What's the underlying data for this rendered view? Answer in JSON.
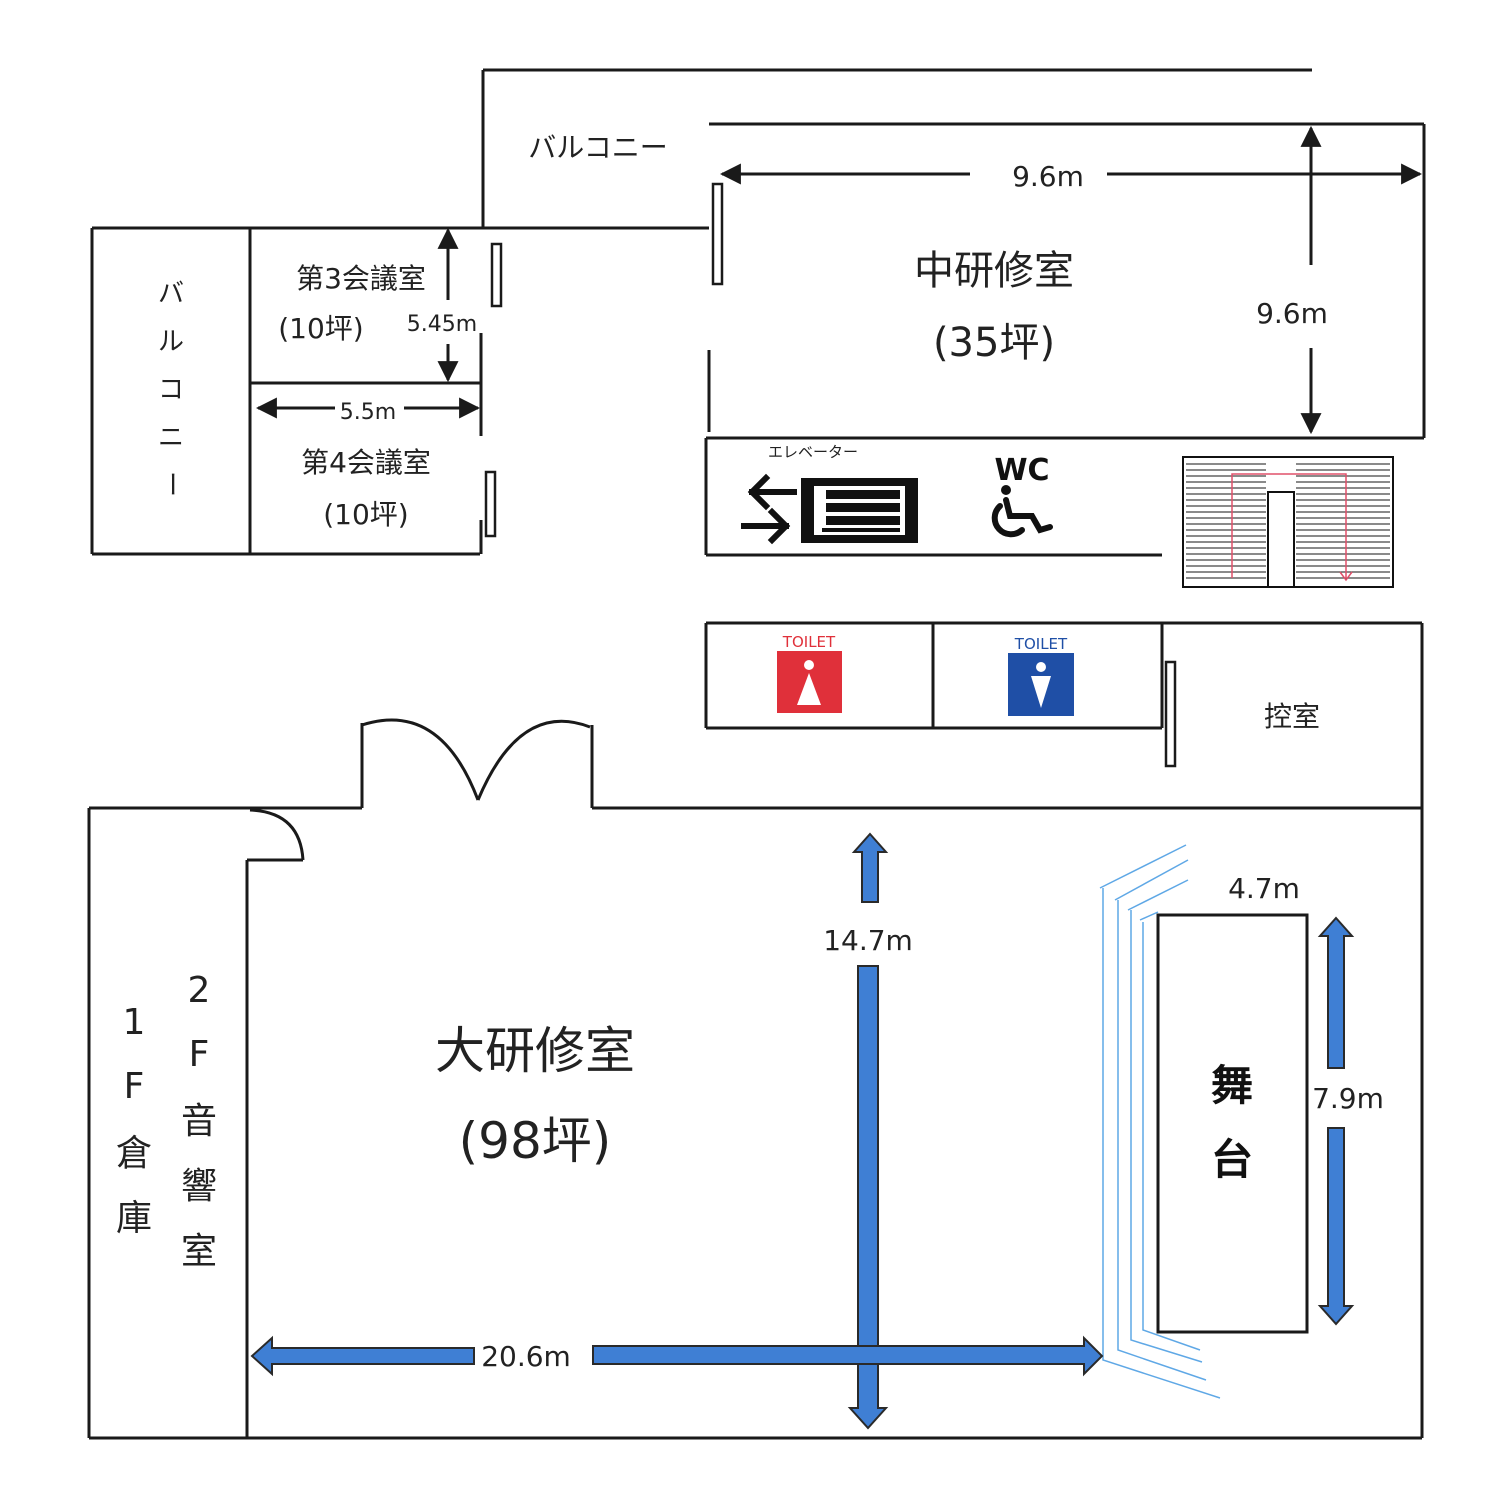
{
  "colors": {
    "line": "#1a1a1a",
    "blue_arrow": "#3f7fd4",
    "blue_arrow_edge": "#2a2a2a",
    "curtain": "#5fa8e6",
    "toilet_women": "#e0303a",
    "toilet_men": "#1f4fa6",
    "stair_path": "#e0506a"
  },
  "rooms": {
    "medium_hall": {
      "name": "中研修室",
      "area": "(35坪)"
    },
    "large_hall": {
      "name": "大研修室",
      "area": "(98坪)"
    },
    "meeting_room_3": {
      "name": "第3会議室",
      "area": "(10坪)"
    },
    "meeting_room_4": {
      "name": "第4会議室",
      "area": "(10坪)"
    },
    "waiting_room": {
      "name": "控室"
    },
    "balcony_top": {
      "name": "バルコニー"
    },
    "balcony_side": {
      "chars": [
        "バ",
        "ル",
        "コ",
        "ニ",
        "ー"
      ]
    },
    "storage_1f": {
      "chars": [
        "1",
        "F",
        "倉",
        "庫"
      ]
    },
    "sound_room_2f": {
      "chars": [
        "2",
        "F",
        "音",
        "響",
        "室"
      ]
    },
    "stage": {
      "chars": [
        "舞",
        "台"
      ]
    }
  },
  "dimensions": {
    "medium_width": "9.6m",
    "medium_depth": "9.6m",
    "room3_depth": "5.45m",
    "room4_width": "5.5m",
    "large_depth": "14.7m",
    "large_width": "20.6m",
    "stage_width": "4.7m",
    "stage_depth": "7.9m"
  },
  "signs": {
    "elevator": "エレベーター",
    "wc": "WC",
    "toilet_women": "TOILET",
    "toilet_men": "TOILET"
  },
  "icons": [
    "elevator-icon",
    "wheelchair-icon",
    "women-toilet-icon",
    "men-toilet-icon",
    "staircase-icon",
    "double-arrow-icon"
  ]
}
